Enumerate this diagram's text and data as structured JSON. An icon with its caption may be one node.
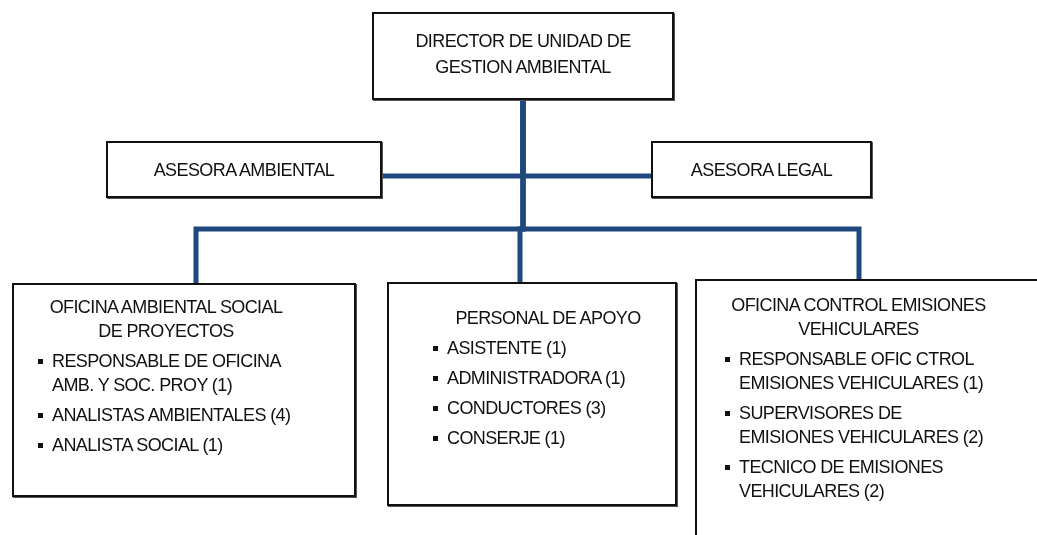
{
  "diagram": {
    "nodes": [
      {
        "text": [
          "DIRECTOR DE UNIDAD DE GESTION AMBIENTAL"
        ]
      },
      {
        "text": [
          "ASESORA AMBIENTAL"
        ]
      },
      {
        "text": [
          "ASESORA LEGAL"
        ]
      },
      {
        "text": [
          "OFICINA AMBIENTAL SOCIAL DE PROYECTOS",
          "RESPONSABLE DE OFICINA AMB. Y SOC. PROY (1)",
          "ANALISTAS AMBIENTALES (4)",
          "ANALISTA SOCIAL (1)"
        ]
      },
      {
        "text": [
          "PERSONAL DE APOYO",
          "ASISTENTE (1)",
          "ADMINISTRADORA (1)",
          "CONDUCTORES (3)",
          "CONSERJE (1)"
        ]
      },
      {
        "text": [
          "OFICINA CONTROL EMISIONES VEHICULARES",
          "RESPONSABLE OFIC CTROL EMISIONES VEHICULARES (1)",
          "SUPERVISORES DE EMISIONES VEHICULARES (2)",
          "TECNICO DE EMISIONES VEHICULARES (2)"
        ]
      }
    ],
    "edges": [
      {
        "from": 0,
        "to": 1,
        "arrow": "none"
      },
      {
        "from": 0,
        "to": 2,
        "arrow": "none"
      },
      {
        "from": 0,
        "to": 3,
        "arrow": "none"
      },
      {
        "from": 0,
        "to": 4,
        "arrow": "none"
      },
      {
        "from": 0,
        "to": 5,
        "arrow": "none"
      }
    ]
  }
}
